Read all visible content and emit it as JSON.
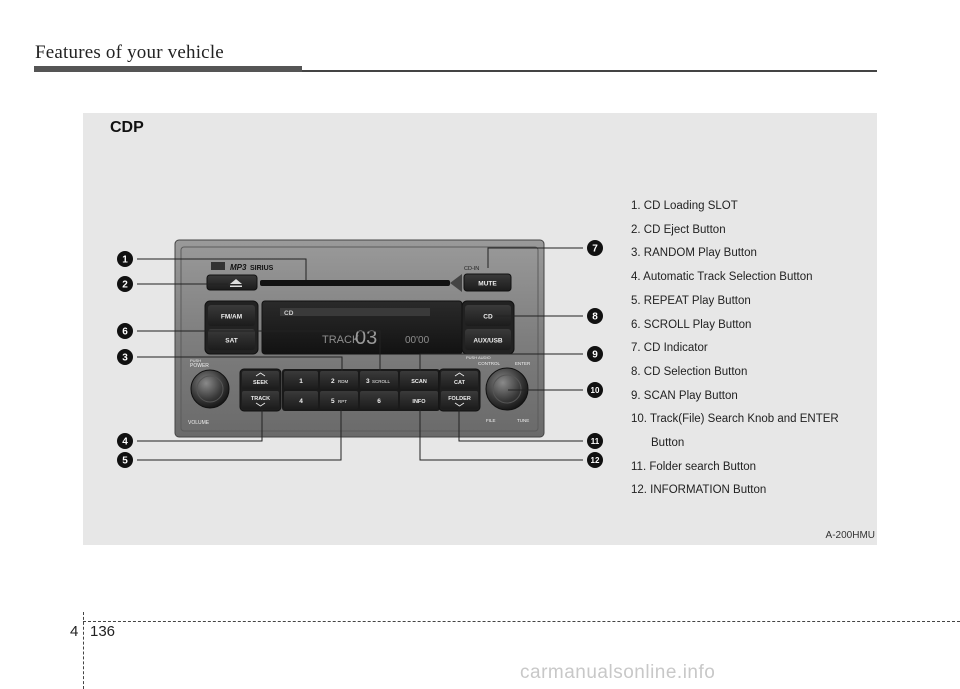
{
  "header": {
    "title": "Features of your vehicle"
  },
  "figure": {
    "title": "CDP",
    "code": "A-200HMU",
    "legend": [
      "1. CD Loading SLOT",
      "2. CD Eject Button",
      "3. RANDOM Play Button",
      "4. Automatic Track Selection Button",
      "5. REPEAT Play Button",
      "6. SCROLL Play Button",
      "7. CD Indicator",
      "8. CD Selection Button",
      "9. SCAN Play Button",
      "10. Track(File) Search Knob and ENTER",
      "Button",
      "11. Folder search Button",
      "12. INFORMATION Button"
    ],
    "callouts": [
      "1",
      "2",
      "3",
      "4",
      "5",
      "6",
      "7",
      "8",
      "9",
      "10",
      "11",
      "12"
    ]
  },
  "radio": {
    "mp3_label": "MP3",
    "sirius_label": "SIRIUS",
    "cdin_label": "CD-IN",
    "mute": "MUTE",
    "fmam": "FM/AM",
    "sat": "SAT",
    "cd": "CD",
    "aux_usb": "AUX/USB",
    "display_cd": "CD",
    "display_track": "TRACK",
    "display_track_num": "03",
    "display_time": "00'00",
    "power_push": "PUSH",
    "power": "POWER",
    "volume": "VOLUME",
    "seek": "SEEK",
    "track": "TRACK",
    "b1": "1",
    "b2": "2",
    "rdm": "RDM",
    "b3": "3",
    "scroll": "SCROLL",
    "scan": "SCAN",
    "b4": "4",
    "b5": "5",
    "rpt": "RPT",
    "b6": "6",
    "info": "INFO",
    "cat": "CAT",
    "folder": "FOLDER",
    "push_audio": "PUSH AUDIO",
    "control": "CONTROL",
    "enter": "ENTER",
    "file": "FILE",
    "tune": "TUNE"
  },
  "footer": {
    "chapter": "4",
    "page": "136"
  },
  "watermark": "carmanualsonline.info"
}
